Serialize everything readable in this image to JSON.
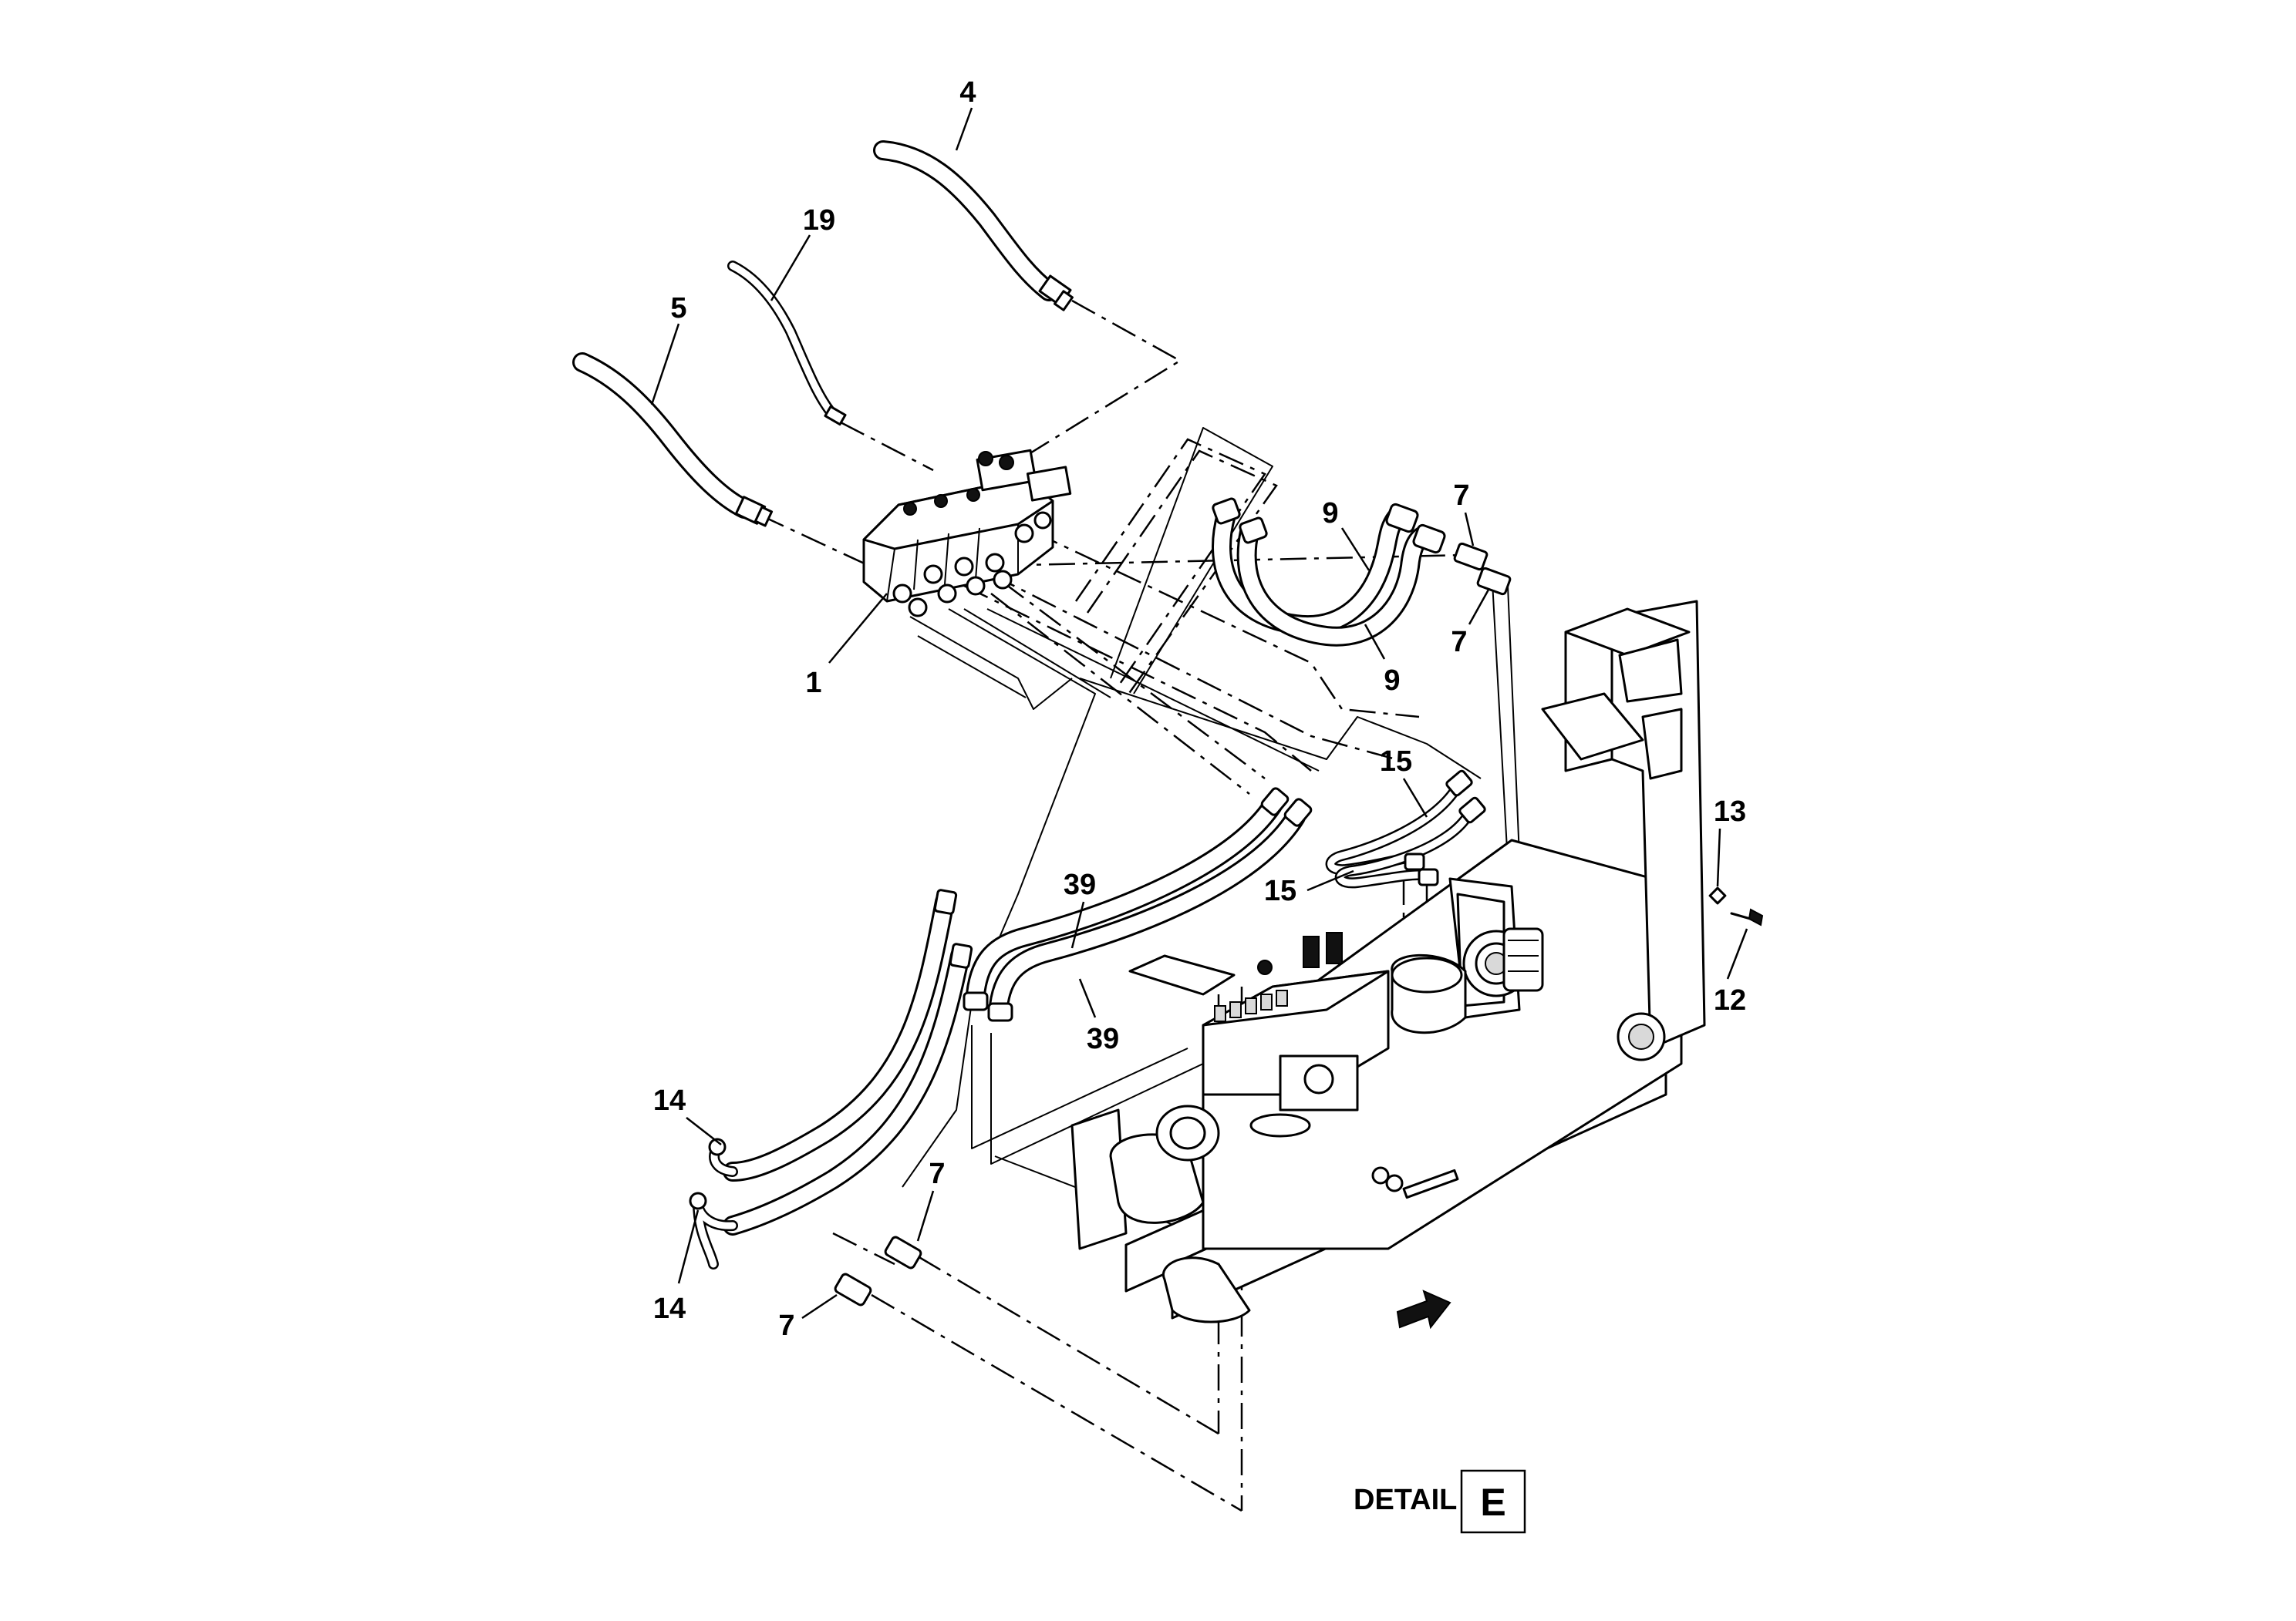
{
  "callouts": {
    "c4": "4",
    "c19": "19",
    "c5": "5",
    "c1": "1",
    "c9_top": "9",
    "c9_bottom": "9",
    "c7_top_a": "7",
    "c7_top_b": "7",
    "c15_top": "15",
    "c15_bottom": "15",
    "c13": "13",
    "c12": "12",
    "c39_top": "39",
    "c39_bottom": "39",
    "c14_top": "14",
    "c14_bottom": "14",
    "c7_bottom_a": "7",
    "c7_bottom_b": "7"
  },
  "detail": {
    "label": "DETAIL",
    "letter": "E"
  }
}
